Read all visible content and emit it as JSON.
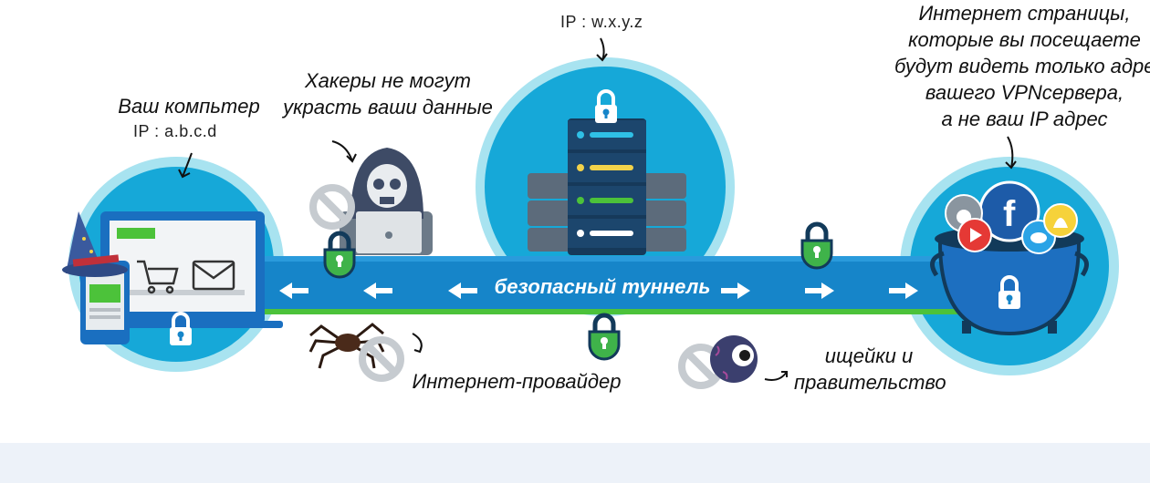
{
  "labels": {
    "your_computer": "Ваш компьтер",
    "ip_client": "IP : a.b.c.d",
    "hackers_line1": "Хакеры не могут",
    "hackers_line2": "украсть ваши данные",
    "ip_server": "IP : w.x.y.z",
    "sites_line1": "Интернет страницы,",
    "sites_line2": "которые вы посещаете",
    "sites_line3": "будут видеть только адрес",
    "sites_line4": "вашего VPNсервера,",
    "sites_line5": "а не ваш IP адрес",
    "tunnel": "безопасный туннель",
    "isp": "Интернет-провайдер",
    "spies_line1": "ищейки и",
    "spies_line2": "правительство"
  },
  "colors": {
    "circle_outer": "#a8e3f0",
    "circle_inner": "#16a8d8",
    "tunnel_blue": "#1685c9",
    "tunnel_green": "#4cc23a",
    "lock_green": "#3fb34a",
    "server_dark": "#16395a",
    "block_gray": "#c6cbd0",
    "bottom_band": "#edf2f9"
  },
  "icons": [
    "wizard-hat-icon",
    "laptop-icon",
    "phone-icon",
    "cart-icon",
    "mail-icon",
    "hacker-skull-icon",
    "server-icon",
    "spider-icon",
    "eyeball-icon",
    "cauldron-icon",
    "facebook-icon",
    "apple-icon",
    "youtube-icon",
    "twitter-icon",
    "snapchat-icon",
    "lock-icon",
    "prohibited-icon",
    "arrow-icon"
  ]
}
